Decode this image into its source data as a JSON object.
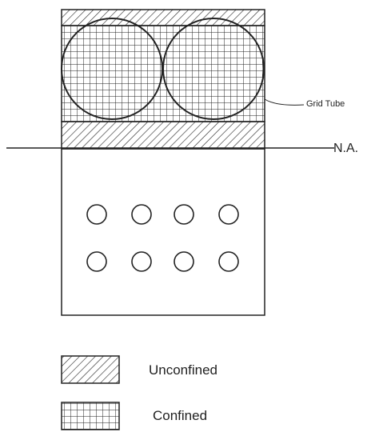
{
  "labels": {
    "grid_tube": "Grid Tube",
    "neutral_axis": "N.A.",
    "legend_unconfined": "Unconfined",
    "legend_confined": "Confined"
  },
  "colors": {
    "stroke": "#222222",
    "background": "#ffffff"
  },
  "rebar": {
    "rows": 2,
    "per_row": 4
  }
}
